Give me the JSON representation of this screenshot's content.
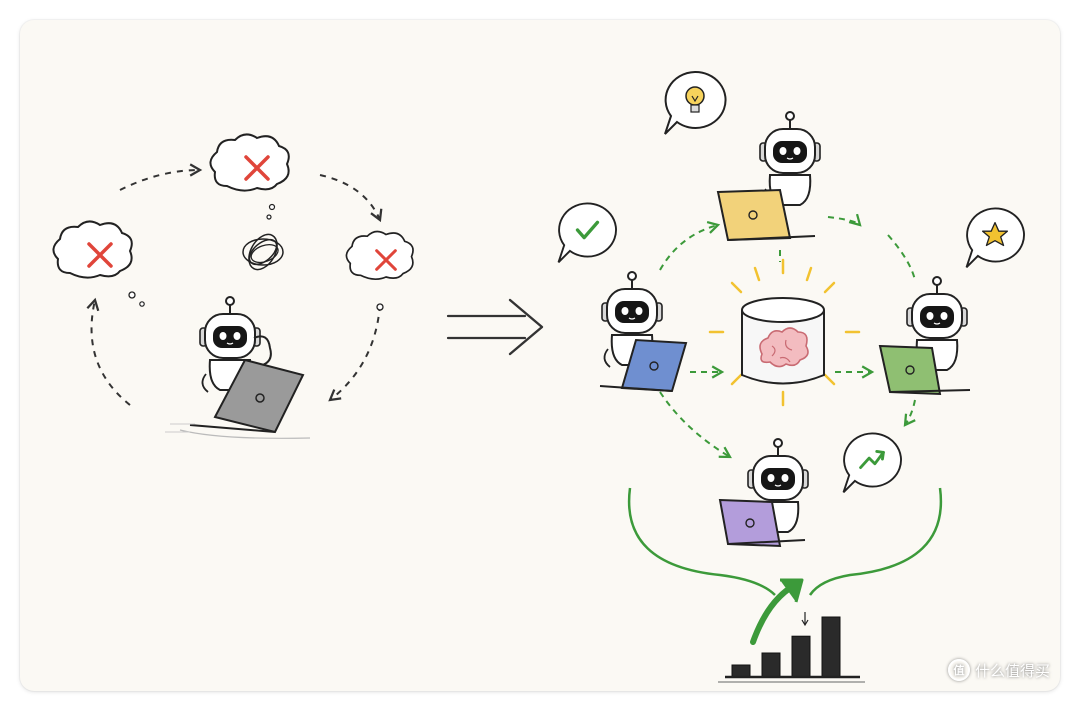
{
  "watermark": {
    "text": "值 什么值得买",
    "icon": "zhi-badge-icon"
  },
  "left_panel": {
    "thought_states": [
      "error",
      "error",
      "error"
    ],
    "center_icon": "tangled-thoughts-icon",
    "laptop_color": "#9a9a9a"
  },
  "transition_arrow": "double-arrow-right",
  "right_panel": {
    "center": "shared-memory-cylinder-with-brain",
    "agents": [
      {
        "laptop_color": "#f2d27a",
        "bubble_icon": "lightbulb-icon"
      },
      {
        "laptop_color": "#6f8fd0",
        "bubble_icon": "checkmark-icon"
      },
      {
        "laptop_color": "#8fbf72",
        "bubble_icon": "star-icon"
      },
      {
        "laptop_color": "#b39ddb",
        "bubble_icon": "trending-up-icon"
      }
    ],
    "growth_bars": [
      1,
      2,
      3.4,
      5
    ],
    "colors": {
      "accent_green": "#3c9a3a",
      "error_red": "#e0453a",
      "glow_yellow": "#f2c230"
    }
  }
}
